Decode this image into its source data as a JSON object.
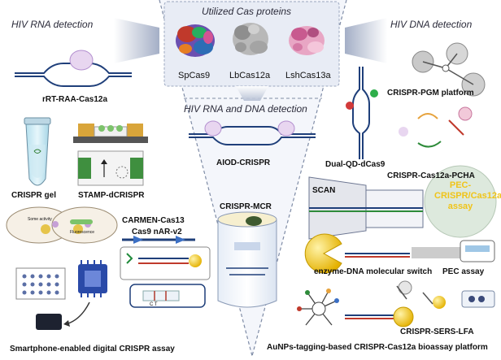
{
  "sections": {
    "rna": "HIV RNA detection",
    "dna": "HIV DNA detection",
    "both": "HIV RNA and DNA detection",
    "cas": "Utilized Cas proteins"
  },
  "proteins": [
    "SpCas9",
    "LbCas12a",
    "LshCas13a"
  ],
  "methods": {
    "rrt_raa": "rRT-RAA-Cas12a",
    "crispr_gel": "CRISPR gel",
    "stamp": "STAMP-dCRISPR",
    "carmen": "CARMEN-Cas13",
    "cas9nar": "Cas9 nAR-v2",
    "smartphone": "Smartphone-enabled digital CRISPR assay",
    "aiod": "AIOD-CRISPR",
    "mcr": "CRISPR-MCR",
    "pgm": "CRISPR-PGM platform",
    "dualqd": "Dual-QD-dCas9",
    "pcha": "CRISPR-Cas12a-PCHA",
    "scan": "SCAN",
    "enzyme": "enzyme-DNA molecular switch",
    "pec_assay": "PEC assay",
    "pec_badge": "PEC-CRISPR/Cas12a assay",
    "sers": "CRISPR-SERS-LFA",
    "aunps": "AuNPs-tagging-based CRISPR-Cas12a bioassay platform"
  },
  "small_text": {
    "carmen_note1": "Some activity",
    "carmen_note2": "Fluorescence",
    "test_strip": "C T"
  },
  "colors": {
    "divider": "#8a96ad",
    "triangle": "#eef1f8",
    "cas_box": "#e9edf6",
    "arrow": "#c4cbdc",
    "dna": "#1f3f7a",
    "cas9": "#b06fd6",
    "gold": "#f0c419",
    "green": "#2e8b3a",
    "pec_badge": "#d8e8d8",
    "pec_text": "#f0c419"
  }
}
